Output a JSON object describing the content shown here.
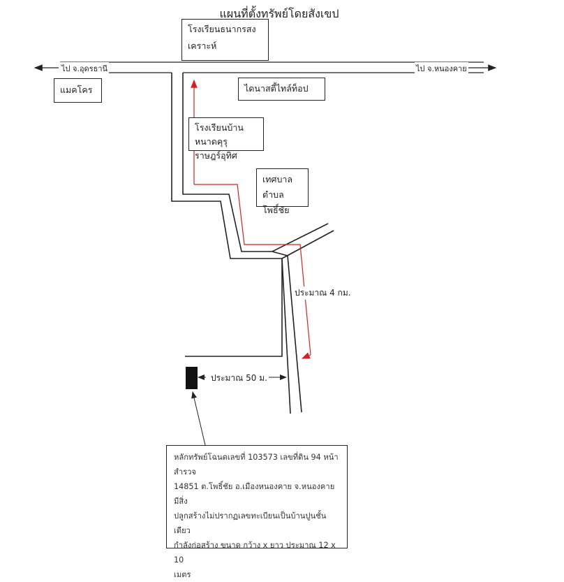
{
  "title": "แผนที่ตั้งทรัพย์โดยสังเขป",
  "landmarks": {
    "school_top_line1": "โรงเรียนธนากรสง",
    "school_top_line2": "เคราะห์",
    "makro": "แมคโคร",
    "dynasty": "ไดนาสตี้ไทล์ท็อป",
    "school_village_line1": "โรงเรียนบ้านหนาดคุรุ",
    "school_village_line2": "ราษฎร์อุทิศ",
    "tambon_line1": "เทศบาล",
    "tambon_line2": "ตำบลโพธิ์ชัย"
  },
  "directions": {
    "to_udon": "ไป จ.อุดรธานี",
    "to_nongkhai": "ไป จ.หนองคาย"
  },
  "distances": {
    "main_route": "ประมาณ 4 กม.",
    "to_property": "ประมาณ 50 ม."
  },
  "property_note": [
    "หลักทรัพย์โฉนดเลขที่ 103573 เลขที่ดิน 94 หน้าสำรวจ",
    "14851 ต.โพธิ์ชัย อ.เมืองหนองคาย จ.หนองคาย  มีสิ่ง",
    "ปลูกสร้างไม่ปรากฏเลขทะเบียนเป็นบ้านปูนชั้นเดียว",
    "กำลังก่อสร้าง ขนาด กว้าง x ยาว ประมาณ 12 x 10",
    "เมตร"
  ],
  "colors": {
    "route": "#d42020",
    "road": "#222222"
  }
}
